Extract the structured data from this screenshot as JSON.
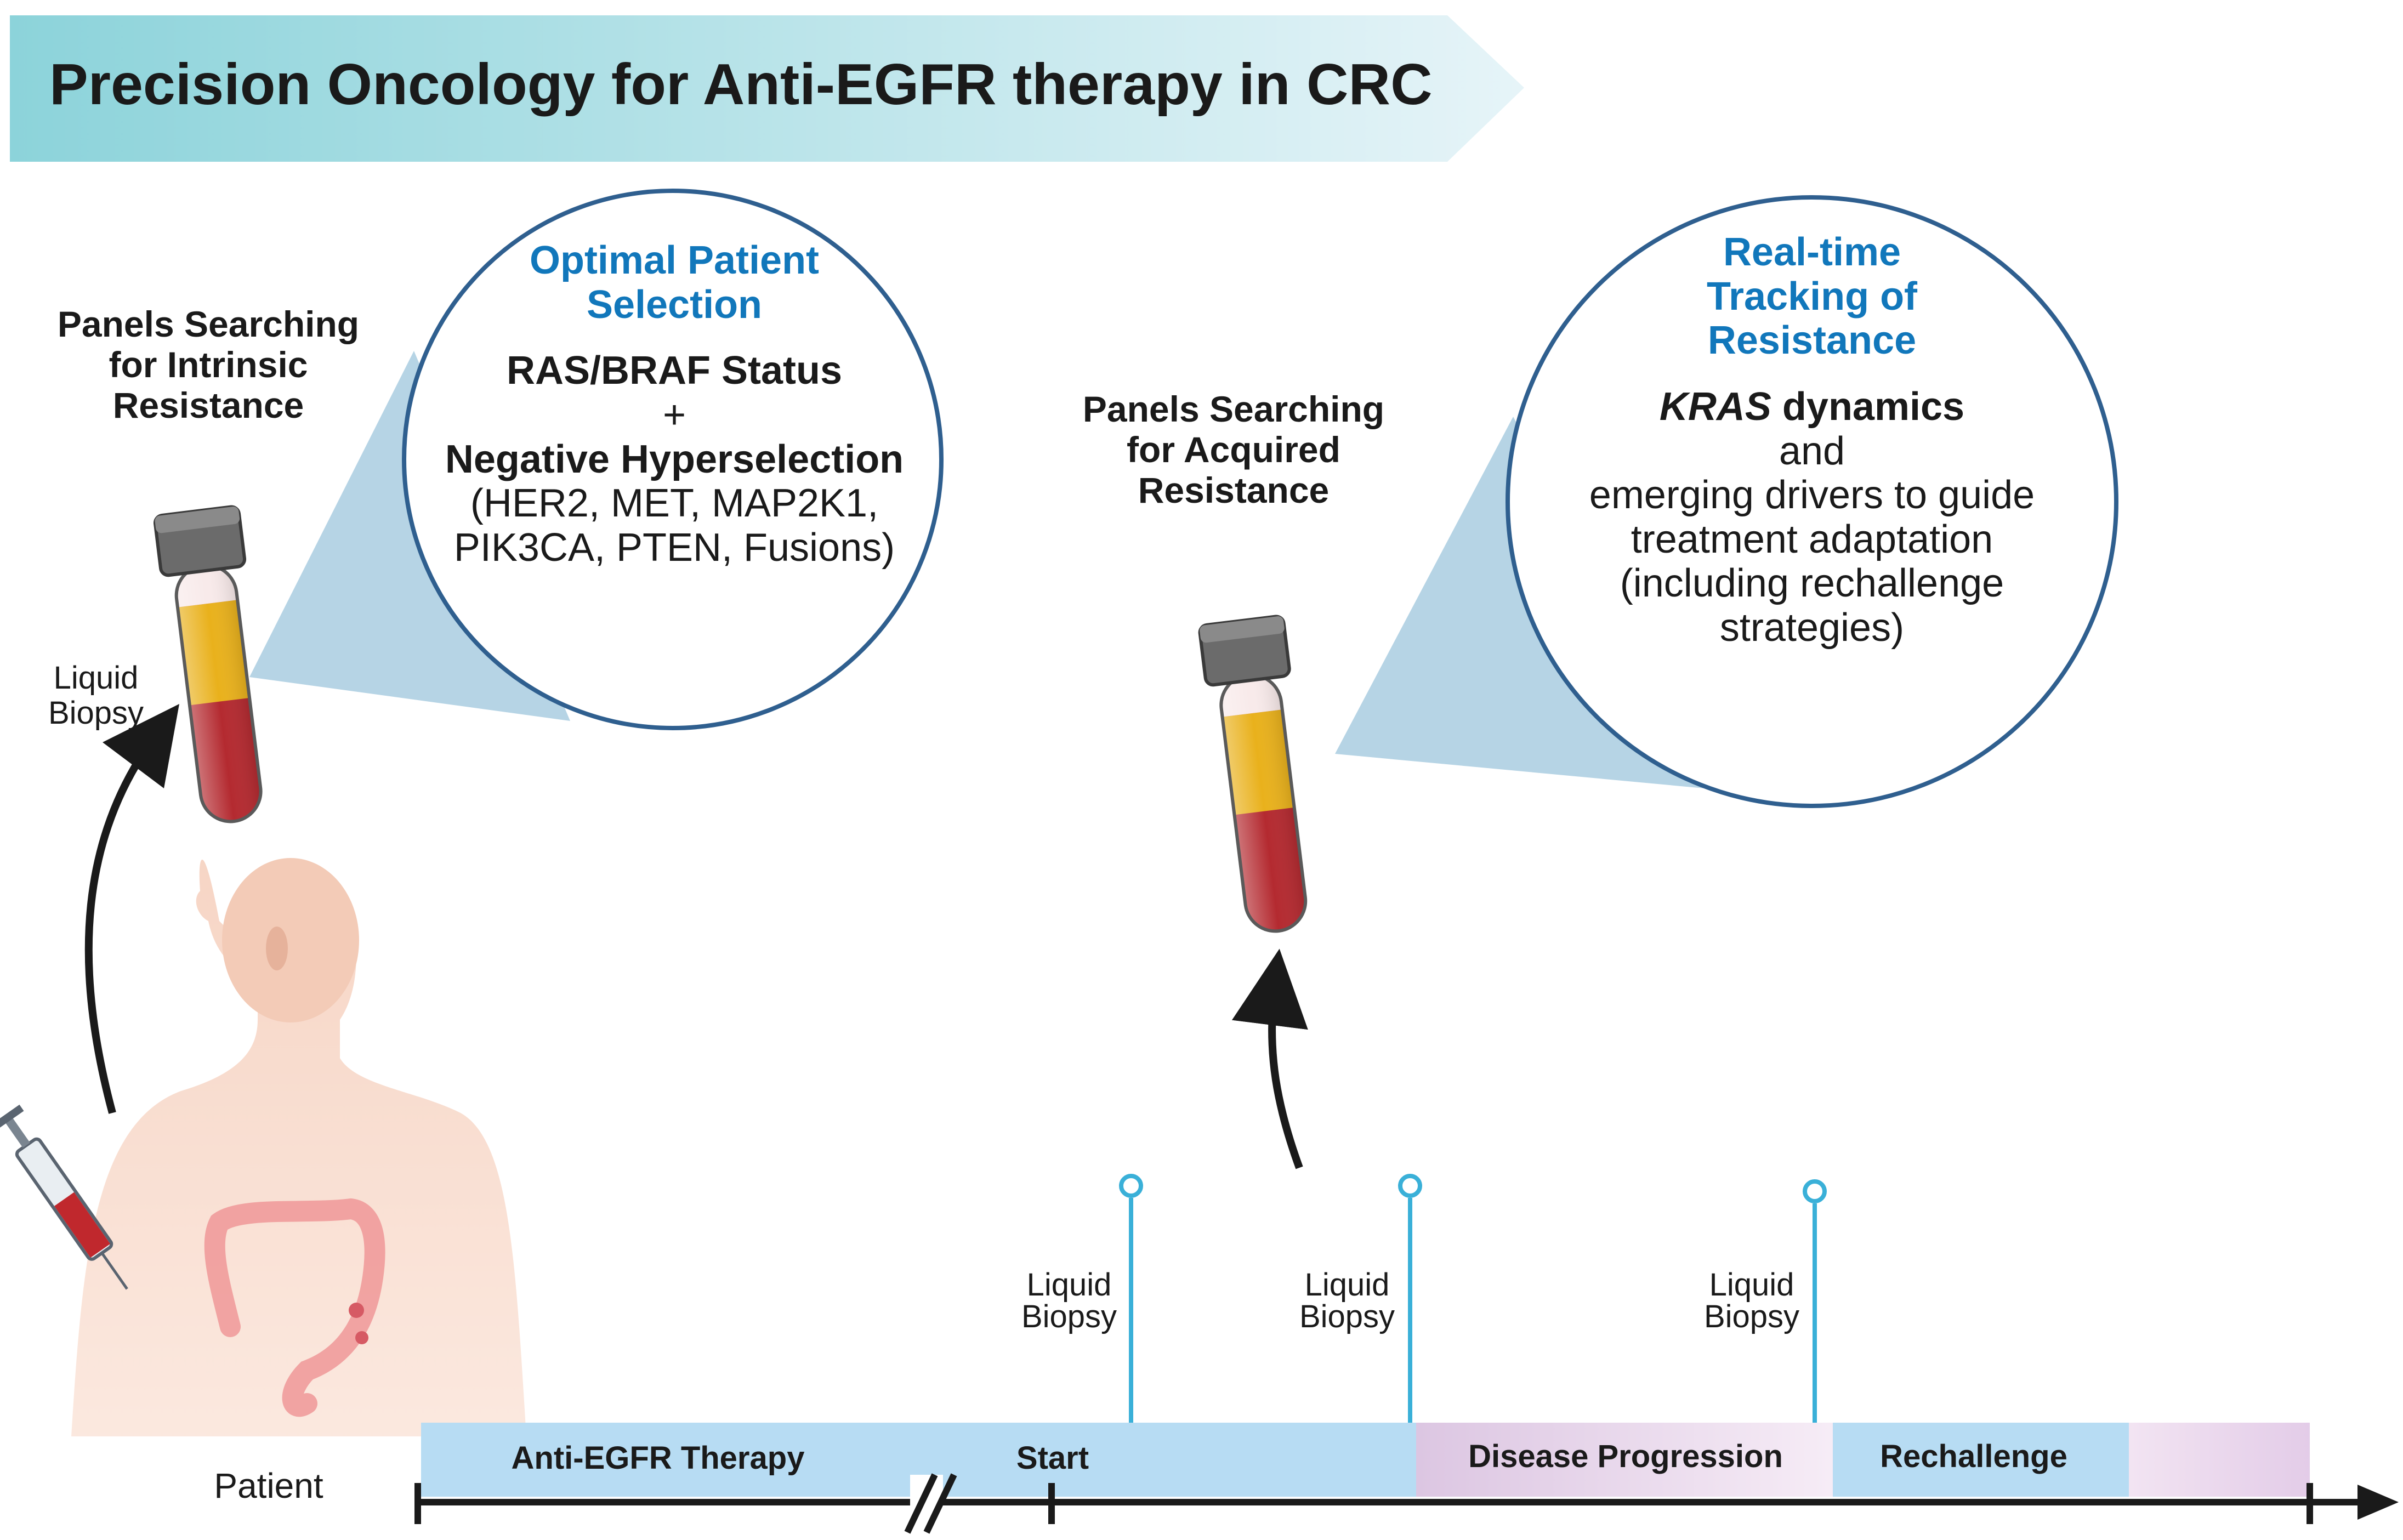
{
  "header": {
    "title": "Precision Oncology for Anti-EGFR therapy in CRC"
  },
  "left": {
    "panel_label": [
      "Panels Searching",
      "for Intrinsic",
      "Resistance"
    ],
    "biopsy_label": [
      "Liquid",
      "Biopsy"
    ],
    "patient_label": "Patient",
    "bubble": {
      "heading": [
        "Optimal Patient",
        "Selection"
      ],
      "line1": "RAS/BRAF Status",
      "plus": "+",
      "line2": "Negative Hyperselection",
      "line3": "(HER2, MET, MAP2K1,",
      "line4": "PIK3CA, PTEN, Fusions)"
    }
  },
  "right": {
    "panel_label": [
      "Panels Searching",
      "for Acquired",
      "Resistance"
    ],
    "bubble": {
      "heading": [
        "Real-time",
        "Tracking of",
        "Resistance"
      ],
      "kras": "KRAS",
      "dynamics": " dynamics",
      "lines": [
        "and",
        "emerging drivers to guide",
        "treatment adaptation",
        "(including rechallenge",
        "strategies)"
      ]
    }
  },
  "timeline": {
    "segments": [
      "Anti-EGFR Therapy",
      "Start",
      "Disease Progression",
      "Rechallenge"
    ],
    "markers": [
      [
        "Liquid",
        "Biopsy"
      ],
      [
        "Liquid",
        "Biopsy"
      ],
      [
        "Liquid",
        "Biopsy"
      ]
    ]
  },
  "colors": {
    "header_from": "#8fd6dc",
    "header_to": "#e6f4f8",
    "bubble_border": "#2f5f8f",
    "heading_blue": "#1177bb",
    "timeline_blue": "#b7dcf3",
    "progression_pink": "#efdcef",
    "marker_cyan": "#3ab0d8",
    "plasma": "#e9b11c",
    "blood": "#b42a30"
  },
  "icons": [
    "blood-tube-icon",
    "syringe-icon",
    "patient-body-icon",
    "colon-icon",
    "arrow-up-icon"
  ]
}
